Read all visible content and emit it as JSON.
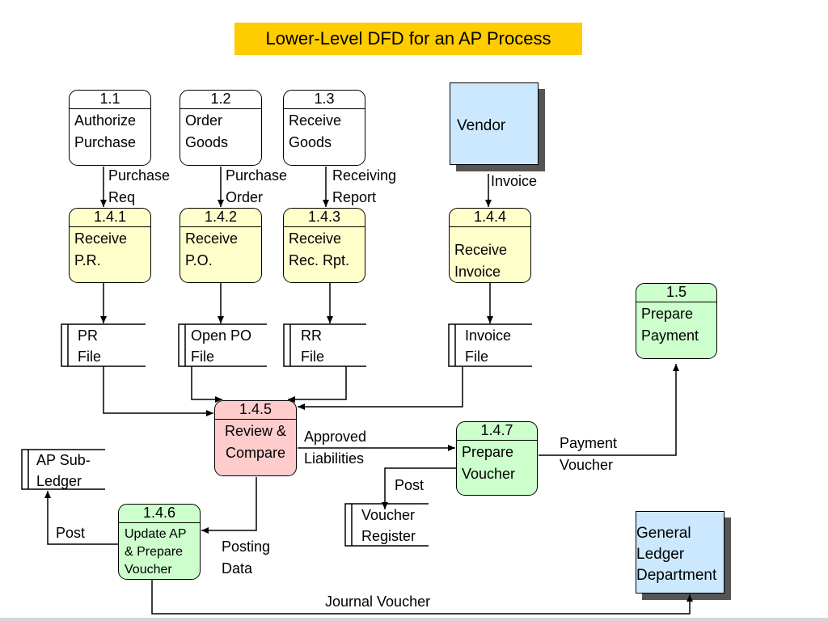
{
  "title": "Lower-Level DFD for an AP Process",
  "processes": {
    "p1_1": {
      "num": "1.1",
      "label": "Authorize\nPurchase"
    },
    "p1_2": {
      "num": "1.2",
      "label": "Order\nGoods"
    },
    "p1_3": {
      "num": "1.3",
      "label": "Receive\nGoods"
    },
    "p1_4_1": {
      "num": "1.4.1",
      "label": "Receive\nP.R."
    },
    "p1_4_2": {
      "num": "1.4.2",
      "label": "Receive\nP.O."
    },
    "p1_4_3": {
      "num": "1.4.3",
      "label": "Receive\nRec. Rpt."
    },
    "p1_4_4": {
      "num": "1.4.4",
      "label": "Receive\nInvoice"
    },
    "p1_5": {
      "num": "1.5",
      "label": "Prepare\nPayment"
    },
    "p1_4_5": {
      "num": "1.4.5",
      "label": "Review &\nCompare"
    },
    "p1_4_7": {
      "num": "1.4.7",
      "label": "Prepare\nVoucher"
    },
    "p1_4_6": {
      "num": "1.4.6",
      "label": "Update AP\n & Prepare\nVoucher"
    }
  },
  "entities": {
    "vendor": "Vendor",
    "gl": "General\nLedger\nDepartment"
  },
  "stores": {
    "pr_file": "PR\nFile",
    "open_po_file": "Open PO\nFile",
    "rr_file": "RR\nFile",
    "invoice_file": "Invoice\nFile",
    "ap_subledger": "AP Sub-\nLedger",
    "voucher_register": "Voucher\nRegister"
  },
  "flows": {
    "purchase_req": "Purchase\nReq",
    "purchase_order": "Purchase\nOrder",
    "receiving_report": "Receiving\nReport",
    "invoice": "Invoice",
    "approved_liabilities": "Approved\nLiabilities",
    "payment_voucher": "Payment\nVoucher",
    "post_1": "Post",
    "post_2": "Post",
    "posting_data": "Posting\nData",
    "journal_voucher": "Journal Voucher"
  },
  "colors": {
    "title_bg": "#ffcc00",
    "yellow_process": "#ffffcc",
    "green_process": "#ccffcc",
    "pink_process": "#ffcccc",
    "entity_fill": "#cce8ff",
    "entity_shadow": "#555555"
  }
}
